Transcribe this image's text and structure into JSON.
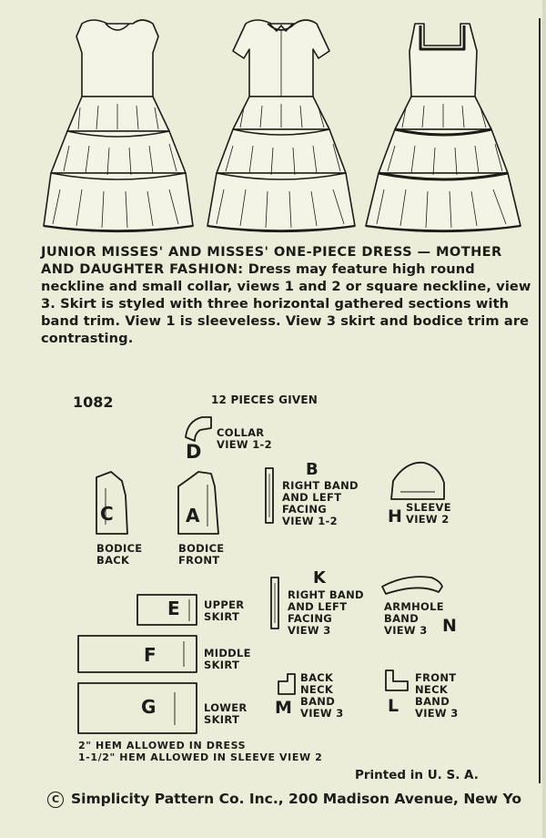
{
  "description": {
    "heading": "Junior Misses' and Misses' One-Piece Dress — Mother and Daughter Fashion:",
    "body": "Dress may feature high round neckline and small collar, views 1 and 2 or square neckline, view 3. Skirt is styled with three horizontal gathered sections with band trim. View 1 is sleeveless. View 3 skirt and bodice trim are contrasting."
  },
  "pattern_number": "1082",
  "pieces_given": "12 PIECES GIVEN",
  "pieces": {
    "collar": {
      "letter": "D",
      "name": "COLLAR",
      "view": "VIEW 1-2"
    },
    "bodice_back": {
      "letter": "C",
      "line1": "BODICE",
      "line2": "BACK"
    },
    "bodice_front": {
      "letter": "A",
      "line1": "BODICE",
      "line2": "FRONT"
    },
    "band_b": {
      "letter": "B",
      "line1": "RIGHT BAND",
      "line2": "AND LEFT",
      "line3": "FACING",
      "line4": "VIEW 1-2"
    },
    "sleeve": {
      "letter": "H",
      "line1": "SLEEVE",
      "line2": "VIEW 2"
    },
    "upper_skirt": {
      "letter": "E",
      "line1": "UPPER",
      "line2": "SKIRT"
    },
    "band_k": {
      "letter": "K",
      "line1": "RIGHT BAND",
      "line2": "AND LEFT",
      "line3": "FACING",
      "line4": "VIEW 3"
    },
    "armhole": {
      "letter": "N",
      "line1": "ARMHOLE",
      "line2": "BAND",
      "line3": "VIEW 3"
    },
    "middle_skirt": {
      "letter": "F",
      "line1": "MIDDLE",
      "line2": "SKIRT"
    },
    "lower_skirt": {
      "letter": "G",
      "line1": "LOWER",
      "line2": "SKIRT"
    },
    "back_neck": {
      "letter": "M",
      "line1": "BACK",
      "line2": "NECK",
      "line3": "BAND",
      "line4": "VIEW 3"
    },
    "front_neck": {
      "letter": "L",
      "line1": "FRONT",
      "line2": "NECK",
      "line3": "BAND",
      "line4": "VIEW 3"
    }
  },
  "hem_notes": [
    "2\" HEM ALLOWED IN DRESS",
    "1-1/2\" HEM ALLOWED IN SLEEVE VIEW 2"
  ],
  "printed": "Printed in U. S. A.",
  "copyright_symbol": "C",
  "copyright": "Simplicity Pattern Co. Inc., 200 Madison Avenue, New Yo"
}
